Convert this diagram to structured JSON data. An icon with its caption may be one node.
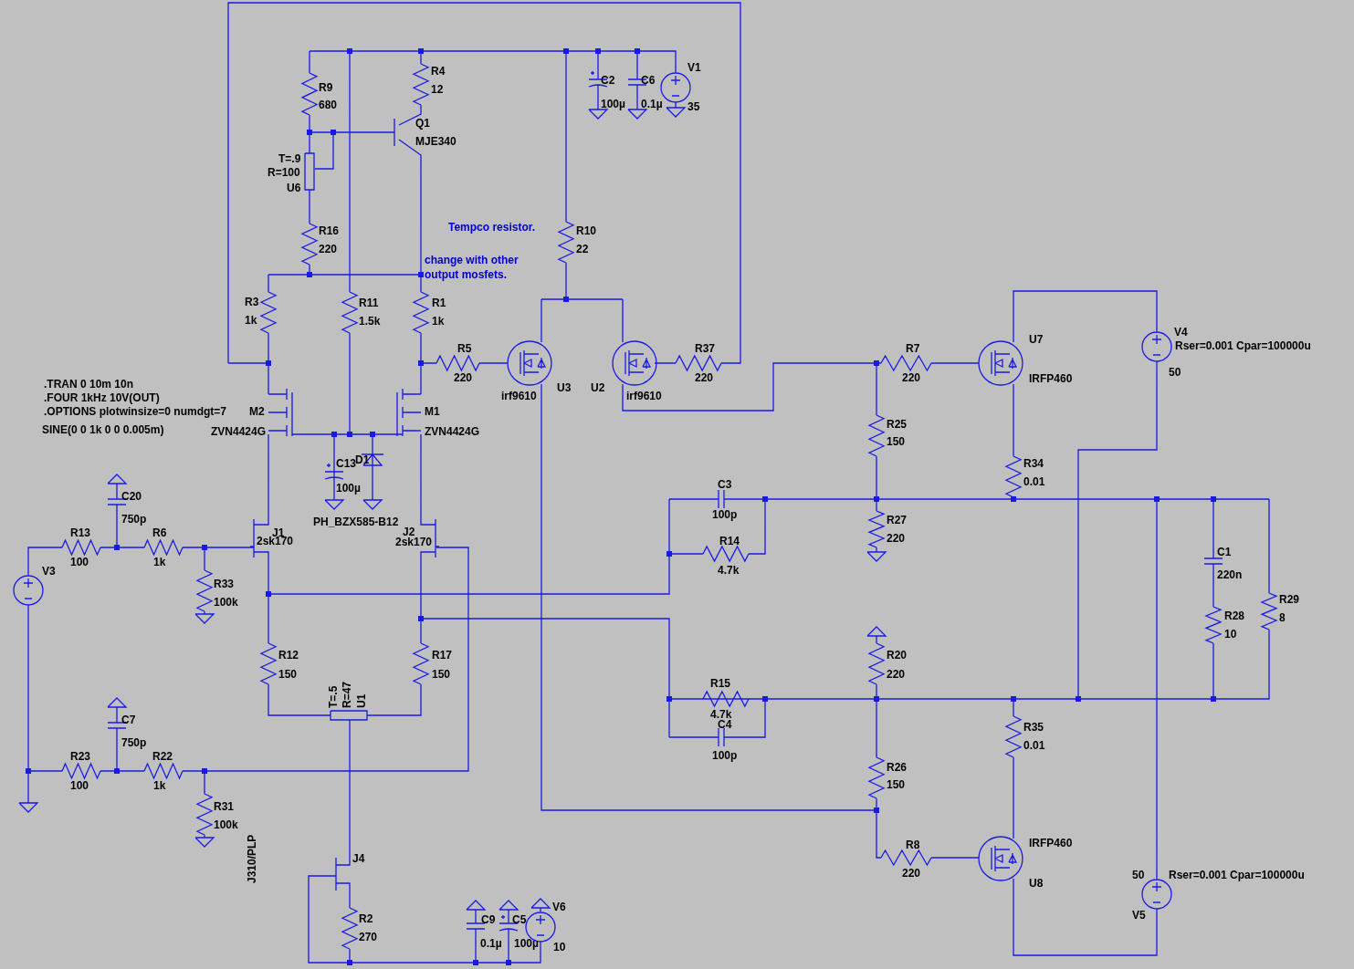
{
  "diagram": {
    "labels": [
      "R9",
      "680",
      "R4",
      "12",
      "C2",
      "100µ",
      "C6",
      "0.1µ",
      "V1",
      "35",
      "Q1",
      "MJE340",
      "T=.9",
      "R=100",
      "U6",
      "Tempco resistor.",
      "R10",
      "22",
      "R16",
      "220",
      "change with other",
      "output mosfets.",
      "R3",
      "1k",
      "R11",
      "1.5k",
      "R1",
      "1k",
      "V4",
      "Rser=0.001 Cpar=100000u",
      "U7",
      "R5",
      "220",
      "R37",
      "220",
      "R7",
      "220",
      "IRFP460",
      "50",
      ".TRAN 0 10m 10n",
      ".FOUR 1kHz 10V(OUT)",
      ".OPTIONS plotwinsize=0 numdgt=7",
      "irf9610",
      "U3",
      "U2",
      "irf9610",
      "M2",
      "M1",
      "SINE(0 0 1k 0 0 0.005m)",
      "ZVN4424G",
      "ZVN4424G",
      "R25",
      "150",
      "C13",
      "D1",
      "R34",
      "0.01",
      "100µ",
      "C3",
      "100p",
      "C20",
      "750p",
      "PH_BZX585-B12",
      "R27",
      "220",
      "R13",
      "R6",
      "J1",
      "J2",
      "2sk170",
      "2sk170",
      "R14",
      "4.7k",
      "C1",
      "220n",
      "V3",
      "100",
      "1k",
      "R33",
      "100k",
      "R29",
      "R28",
      "8",
      "10",
      "R12",
      "150",
      "R17",
      "150",
      "R20",
      "220",
      "T=.5",
      "R=47",
      "U1",
      "R15",
      "4.7k",
      "C4",
      "100p",
      "C7",
      "750p",
      "R35",
      "0.01",
      "R23",
      "R22",
      "R26",
      "100",
      "1k",
      "150",
      "R31",
      "100k",
      "IRFP460",
      "J4",
      "J310/PLP",
      "R8",
      "220",
      "50",
      "Rser=0.001 Cpar=100000u",
      "U8",
      "V6",
      "R2",
      "270",
      "V5",
      "C9",
      "C5",
      "0.1µ",
      "100µ",
      "10"
    ]
  }
}
